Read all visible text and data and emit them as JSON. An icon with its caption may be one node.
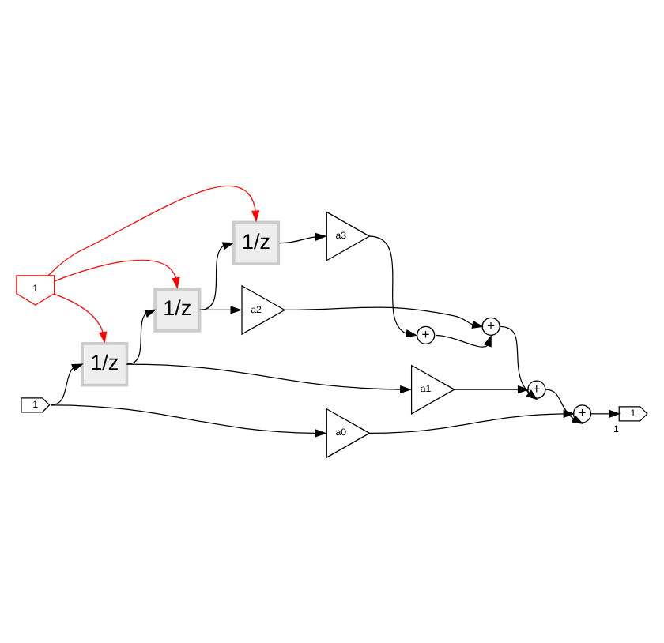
{
  "diagram": {
    "nodes": [
      {
        "text": [
          "1"
        ]
      },
      {
        "text": [
          "1"
        ]
      },
      {
        "text": [
          "a0"
        ]
      },
      {
        "text": [
          "+"
        ]
      },
      {
        "text": [
          "1"
        ],
        "beside": [
          "1"
        ]
      },
      {
        "text": [
          "1/z"
        ]
      },
      {
        "text": [
          "a1"
        ]
      },
      {
        "text": [
          "+"
        ]
      },
      {
        "text": [
          "1/z"
        ]
      },
      {
        "text": [
          "a2"
        ]
      },
      {
        "text": [
          "+"
        ]
      },
      {
        "text": [
          "1/z"
        ]
      },
      {
        "text": [
          "a3"
        ]
      },
      {
        "text": [
          "+"
        ]
      }
    ],
    "edges": [
      {
        "from": 0,
        "to": 2,
        "arrow": "to"
      },
      {
        "from": 0,
        "to": 5,
        "arrow": "to"
      },
      {
        "from": 2,
        "to": 3,
        "arrow": "to"
      },
      {
        "from": 3,
        "to": 4,
        "arrow": "to"
      },
      {
        "from": 1,
        "to": 5,
        "arrow": "to",
        "color": "#ff0000"
      },
      {
        "from": 1,
        "to": 8,
        "arrow": "to",
        "color": "#ff0000"
      },
      {
        "from": 1,
        "to": 11,
        "arrow": "to",
        "color": "#ff0000"
      },
      {
        "from": 5,
        "to": 6,
        "arrow": "to"
      },
      {
        "from": 5,
        "to": 8,
        "arrow": "to"
      },
      {
        "from": 6,
        "to": 7,
        "arrow": "to"
      },
      {
        "from": 7,
        "to": 3,
        "arrow": "to"
      },
      {
        "from": 8,
        "to": 9,
        "arrow": "to"
      },
      {
        "from": 8,
        "to": 11,
        "arrow": "to"
      },
      {
        "from": 9,
        "to": 10,
        "arrow": "to"
      },
      {
        "from": 10,
        "to": 7,
        "arrow": "to"
      },
      {
        "from": 11,
        "to": 12,
        "arrow": "to"
      },
      {
        "from": 12,
        "to": 13,
        "arrow": "to"
      },
      {
        "from": 13,
        "to": 10,
        "arrow": "to"
      }
    ]
  }
}
